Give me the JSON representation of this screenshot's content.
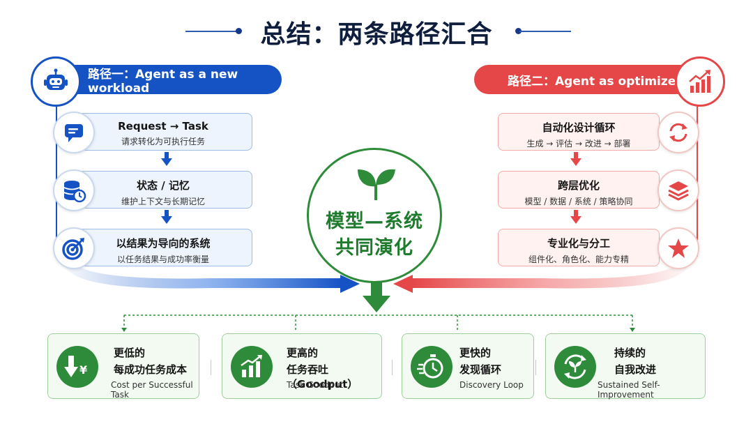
{
  "title": "总结：两条路径汇合",
  "left_path": {
    "header": "路径一：Agent as a new workload",
    "badge_icon": "robot-icon",
    "steps": [
      {
        "title": "Request → Task",
        "subtitle": "请求转化为可执行任务",
        "icon": "chat-icon"
      },
      {
        "title": "状态 / 记忆",
        "subtitle": "维护上下文与长期记忆",
        "icon": "database-clock-icon"
      },
      {
        "title": "以结果为导向的系统",
        "subtitle": "以任务结果与成功率衡量",
        "icon": "target-icon"
      }
    ],
    "color": "#1552c4"
  },
  "right_path": {
    "header": "路径二：Agent as optimizer",
    "badge_icon": "growth-chart-icon",
    "steps": [
      {
        "title": "自动化设计循环",
        "subtitle": "生成 → 评估 → 改进 → 部署",
        "icon": "cycle-icon"
      },
      {
        "title": "跨层优化",
        "subtitle": "模型 / 数据 / 系统 / 策略协同",
        "icon": "layers-icon"
      },
      {
        "title": "专业化与分工",
        "subtitle": "组件化、角色化、能力专精",
        "icon": "star-icon"
      }
    ],
    "color": "#e54647"
  },
  "center": {
    "line1": "模型—系统",
    "line2": "共同演化",
    "icon": "sprout-icon",
    "color": "#2e8b3a"
  },
  "outcomes": [
    {
      "line1": "更低的",
      "line2": "每成功任务成本",
      "caption": "Cost per Successful Task",
      "icon": "cost-down-icon"
    },
    {
      "line1": "更高的",
      "line2": "任务吞吐（Goodput）",
      "caption": "Task Goodput",
      "icon": "bar-growth-icon"
    },
    {
      "line1": "更快的",
      "line2": "发现循环",
      "caption": "Discovery Loop",
      "icon": "stopwatch-icon"
    },
    {
      "line1": "持续的",
      "line2": "自我改进",
      "caption": "Sustained Self-Improvement",
      "icon": "renew-sprout-icon"
    }
  ]
}
